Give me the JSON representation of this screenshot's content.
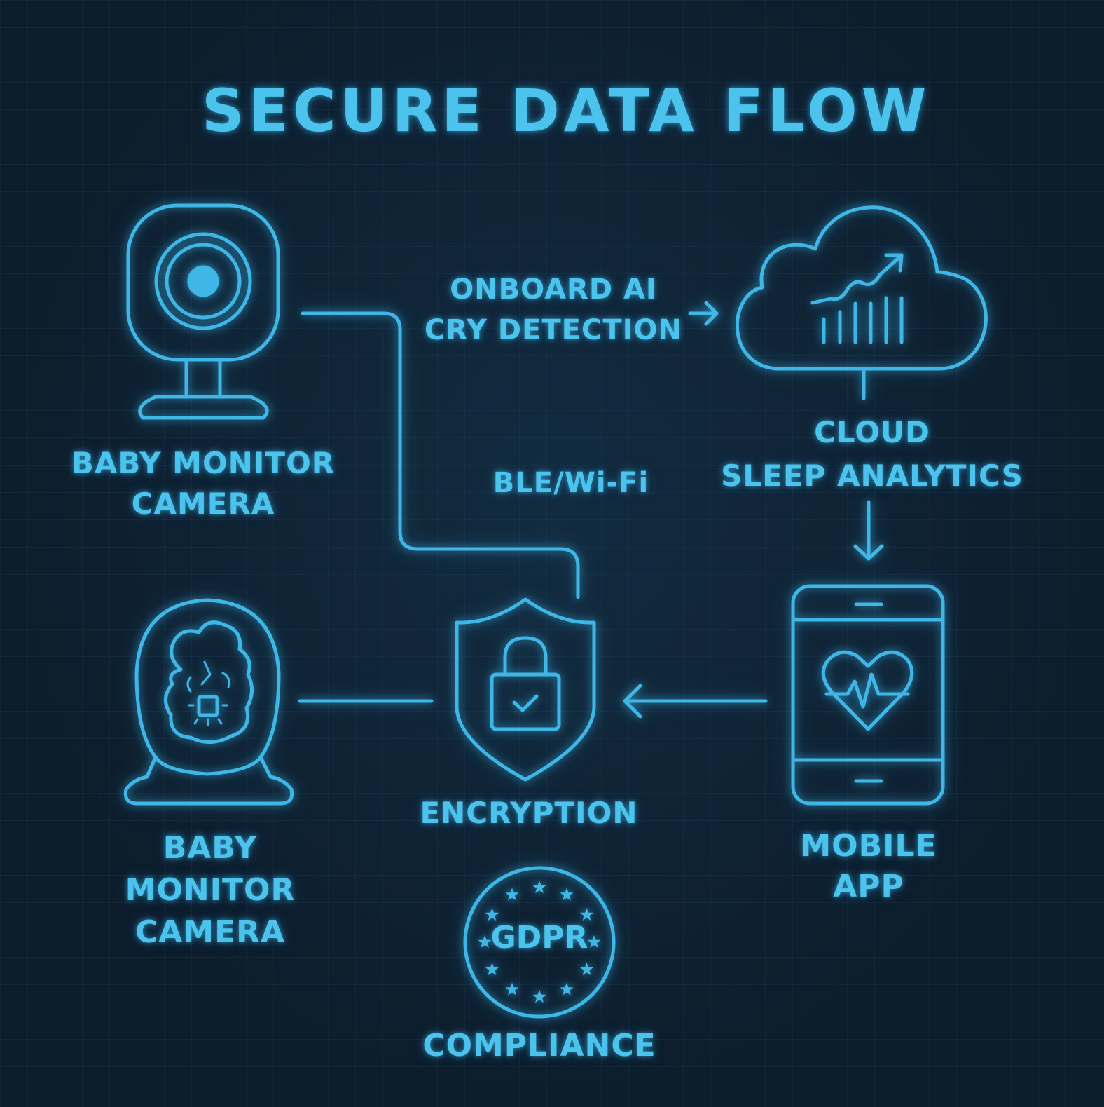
{
  "title": "SECURE DATA FLOW",
  "nodes": {
    "camera_top": {
      "label_lines": [
        "BABY MONITOR",
        "CAMERA"
      ],
      "icon": "webcam-icon"
    },
    "cloud": {
      "label_lines": [
        "CLOUD",
        "SLEEP ANALYTICS"
      ],
      "icon": "cloud-analytics-icon"
    },
    "camera_bottom": {
      "label_lines": [
        "BABY",
        "MONITOR",
        "CAMERA"
      ],
      "icon": "baby-monitor-icon"
    },
    "encryption": {
      "label": "ENCRYPTION",
      "icon": "shield-lock-icon"
    },
    "mobile": {
      "label_lines": [
        "MOBILE",
        "APP"
      ],
      "icon": "phone-heartbeat-icon"
    },
    "compliance": {
      "badge_text": "GDPR",
      "label": "COMPLIANCE",
      "icon": "gdpr-stars-icon"
    }
  },
  "edges": {
    "onboard_ai": {
      "label_lines": [
        "ONBOARD AI",
        "CRY DETECTION"
      ]
    },
    "ble_wifi": {
      "label": "BLE/Wi-Fi"
    }
  },
  "colors": {
    "background": "#0d1d2c",
    "accent": "#3fb6e6",
    "grid": "#1b3447"
  }
}
